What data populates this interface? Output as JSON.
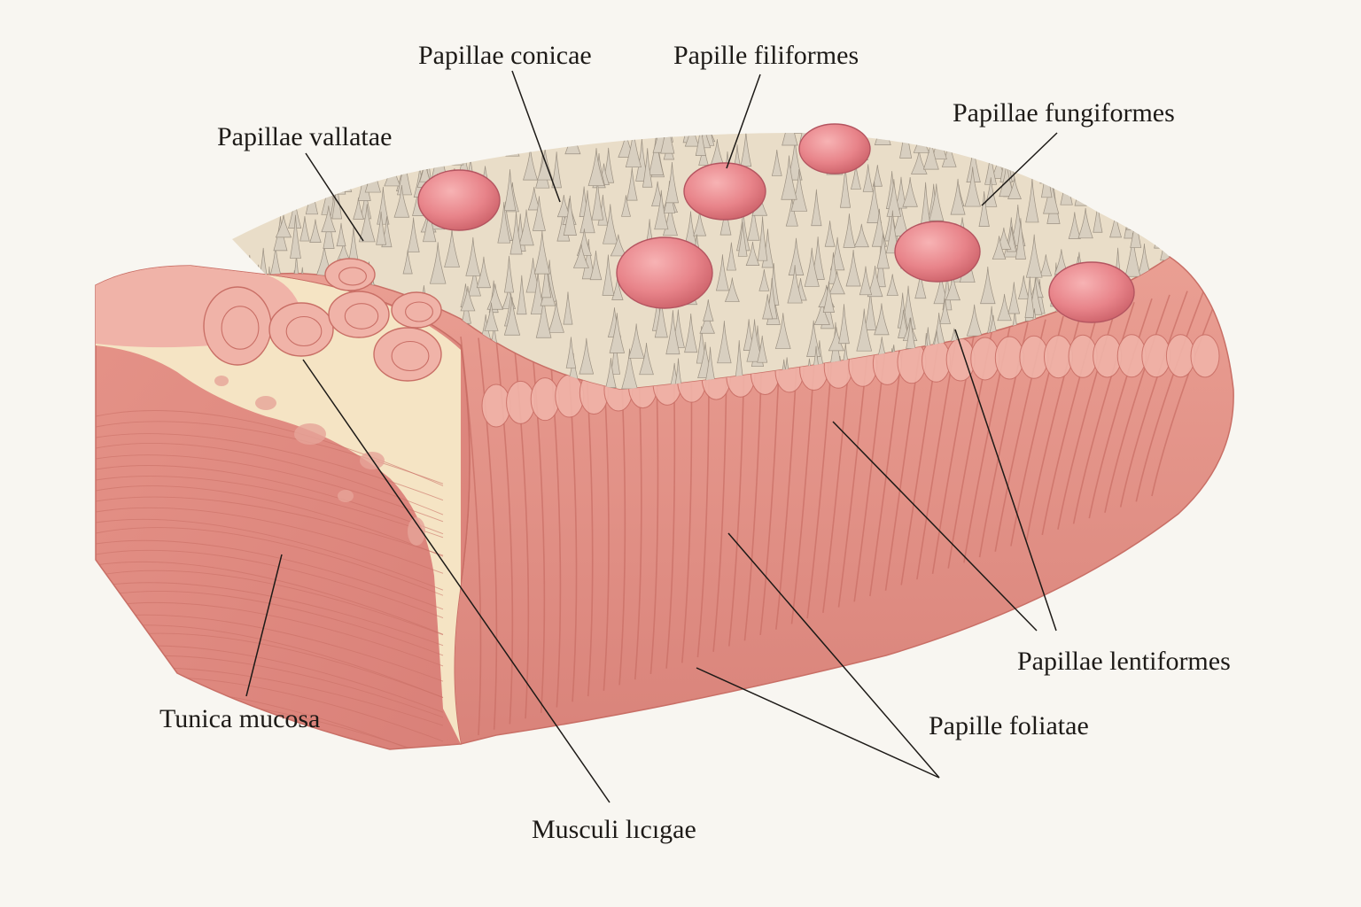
{
  "labels": {
    "papillae_conicae": "Papillae conicae",
    "papille_filiformes": "Papille filiformes",
    "papillae_fungiformes": "Papillae fungiformes",
    "papillae_vallatae": "Papillae vallatae",
    "papillae_lentiformes": "Papillae lentiformes",
    "papille_foliatae": "Papille foliatae",
    "tunica_mucosa": "Tunica mucosa",
    "musculi_linguae": "Musculi lıcıgae"
  },
  "colors": {
    "background": "#f8f6f1",
    "muscle": "#e59a8f",
    "muscle_dark": "#c96f66",
    "muscle_light": "#f0b3a8",
    "connective": "#f5e4c4",
    "papilla_spike": "#d8cfc0",
    "fungiform": "#e8848a",
    "leader_line": "#1d1a17"
  }
}
